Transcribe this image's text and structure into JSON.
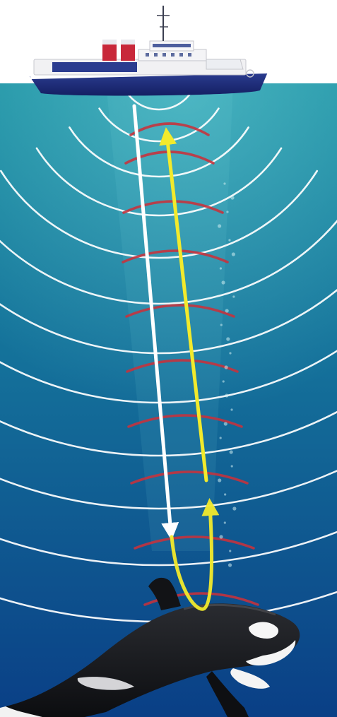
{
  "scene": {
    "vessel": "research-ship",
    "animal": "orca",
    "outgoing_signal": "white-arrow",
    "returning_echo": "yellow-arrow",
    "sound_waves": "white-arcs",
    "echo_waves": "red-arcs"
  },
  "colors": {
    "sky": "#ffffff",
    "sea_top": "#1a8ea0",
    "sea_bottom": "#0a3f86",
    "wave_white": "#ffffff",
    "wave_red": "#c8323c",
    "arrow_white": "#ffffff",
    "arrow_yellow": "#f2ea2c",
    "hull": "#1d2f80",
    "superstructure": "#f1f1f3",
    "funnel": "#c8283a",
    "orca_black": "#121316",
    "orca_white": "#f6f6f6"
  }
}
